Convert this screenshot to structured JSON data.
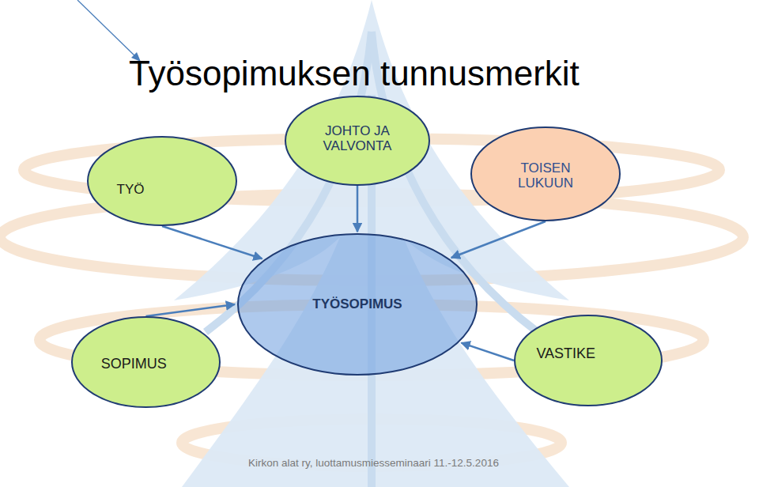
{
  "diagram": {
    "title": "Työsopimuksen tunnusmerkit",
    "nodes": [
      {
        "text": [
          "TYÖ"
        ]
      },
      {
        "text": [
          "JOHTO JA VALVONTA"
        ]
      },
      {
        "text": [
          "TOISEN LUKUUN"
        ]
      },
      {
        "text": [
          "TYÖSOPIMUS"
        ]
      },
      {
        "text": [
          "SOPIMUS"
        ]
      },
      {
        "text": [
          "VASTIKE"
        ]
      }
    ],
    "edges": [
      {
        "from": 0,
        "to": 3,
        "arrow": "to"
      },
      {
        "from": 1,
        "to": 3,
        "arrow": "to"
      },
      {
        "from": 2,
        "to": 3,
        "arrow": "to"
      },
      {
        "from": 4,
        "to": 3,
        "arrow": "to"
      },
      {
        "from": 5,
        "to": 3,
        "arrow": "to"
      }
    ],
    "labels": [
      "Kirkon alat ry, luottamusmiesseminaari 11.-12.5.2016"
    ]
  }
}
